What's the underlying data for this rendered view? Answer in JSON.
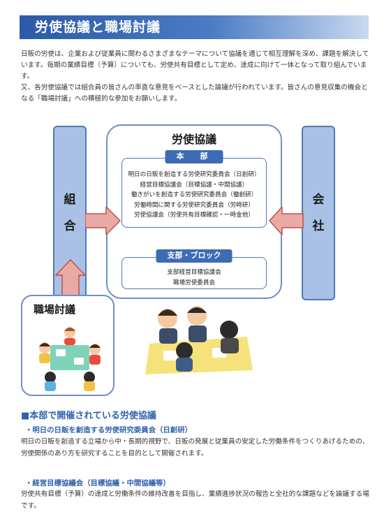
{
  "title": "労使協議と職場討議",
  "intro": [
    "日販の労使は、企業および従業員に関わるさまざまなテーマについて協議を通じて相互理解を深め、課題を解決しています。毎期の業績目標（予算）についても、労使共有目標として定め、達成に向けて一体となって取り組んでいます。",
    "又、各労使協議では組合員の皆さんの率直な意見をベースとした論議が行われています。皆さんの意見収集の機会となる「職場討議」への積極的な参加をお願いします。"
  ],
  "diagram": {
    "left_column": [
      "組",
      "合"
    ],
    "right_column": [
      "会",
      "社"
    ],
    "center_title": "労使協議",
    "honbu": {
      "label": "本　部",
      "items": [
        "明日の日販を創造する労使研究委員会（日創研）",
        "経営目標協議会（目標協議・中間協議）",
        "働きがいを創造する労使研究委員会（働創研）",
        "労働時間に関する労使研究委員会（労時研）",
        "労使協議会（労使共有目標確認・一時金他）"
      ]
    },
    "shibu": {
      "label": "支部・ブロック",
      "items": [
        "支部経営目標協議会",
        "職場労使委員会"
      ]
    },
    "shokuba_title": "職場討議",
    "colors": {
      "column_fill": "#a8c1e4",
      "arrow_fill": "#e9a9a5",
      "label_fill": "#3e6cb4"
    }
  },
  "section": {
    "heading": "■本部で開催されている労使協議",
    "items": [
      {
        "title": "・明日の日販を創造する労使研究委員会（日創研）",
        "body": "明日の日販を創造する立場から中・長期的視野で、日販の発展と従業員の安定した労働条件をつくりあげるための、労使関係のあり方を研究することを目的として開催されます。"
      },
      {
        "title": "・経営目標協議会（目標協議・中間協議等）",
        "body": "労使共有目標（予算）の達成と労働条件の維持改善を目指し、業績進捗状況の報告と全社的な課題などを論議する場です。"
      }
    ]
  }
}
